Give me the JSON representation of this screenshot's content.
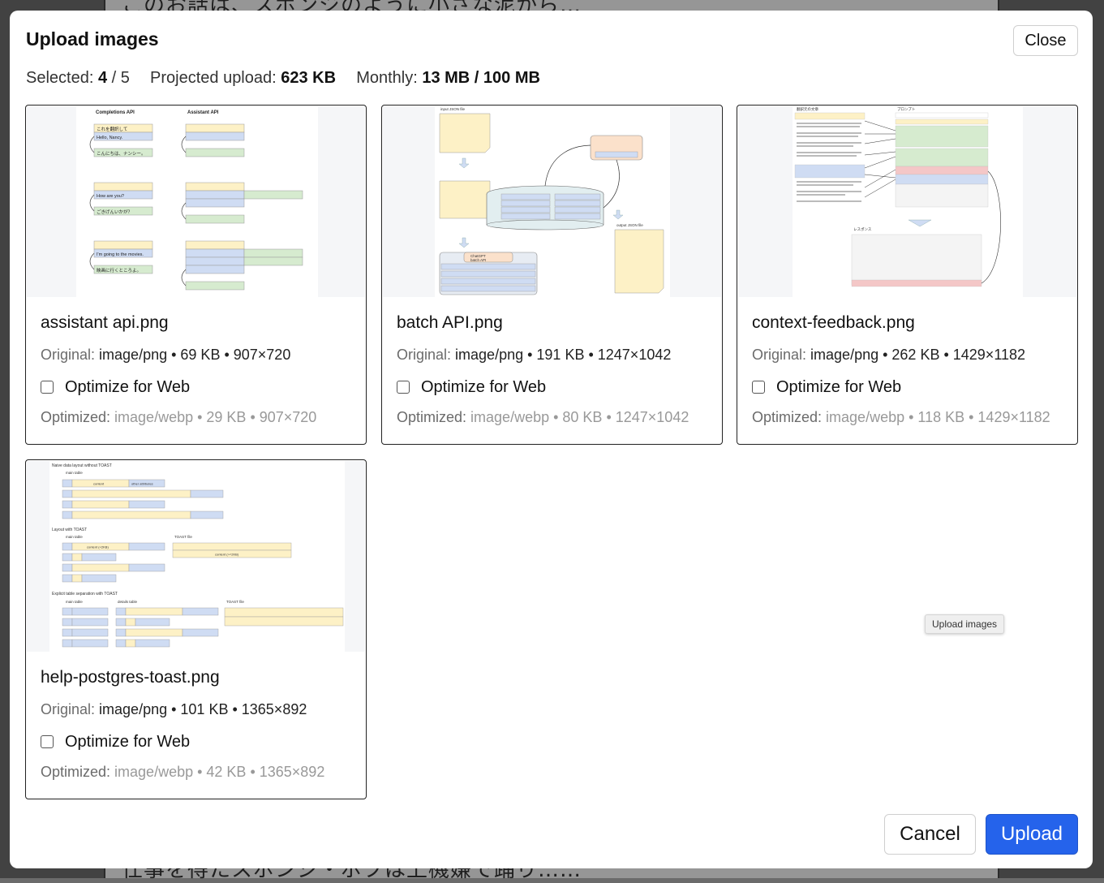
{
  "background": {
    "text_top": "このお話は、スポンジのように小さな泥から…",
    "text_bottom": "仕事を得たスポンジ・ボブは上機嫌で踊り……"
  },
  "modal": {
    "title": "Upload images",
    "close_label": "Close",
    "stats": {
      "selected_label": "Selected:",
      "selected_count": "4",
      "selected_sep": "/",
      "selected_max": "5",
      "projected_label": "Projected upload:",
      "projected_value": "623 KB",
      "monthly_label": "Monthly:",
      "monthly_value": "13 MB / 100 MB"
    },
    "original_label": "Original:",
    "optimize_label": "Optimize for Web",
    "optimized_label": "Optimized:",
    "images": [
      {
        "filename": "assistant api.png",
        "original_details": "image/png • 69 KB • 907×720",
        "optimized_details": "image/webp • 29 KB • 907×720",
        "thumb_titles": [
          "Completions API",
          "Assistant API"
        ],
        "thumb_lines": [
          "これを翻訳して",
          "Hello, Nancy.",
          "こんにちは、ナンシー。",
          "How are you?",
          "ごきげんいかが？",
          "I'm going to the movies.",
          "映画に行くところよ。"
        ]
      },
      {
        "filename": "batch API.png",
        "original_details": "image/png • 191 KB • 1247×1042",
        "optimized_details": "image/webp • 80 KB • 1247×1042",
        "thumb_titles": [
          "input JSON file",
          "ChatGPT",
          "batch API",
          "output JSON file"
        ],
        "thumb_lines": []
      },
      {
        "filename": "context-feedback.png",
        "original_details": "image/png • 262 KB • 1429×1182",
        "optimized_details": "image/webp • 118 KB • 1429×1182",
        "thumb_titles": [
          "翻訳元の文章",
          "プロンプト",
          "レスポンス"
        ],
        "thumb_lines": []
      },
      {
        "filename": "help-postgres-toast.png",
        "original_details": "image/png • 101 KB • 1365×892",
        "optimized_details": "image/webp • 42 KB • 1365×892",
        "thumb_titles": [
          "Naive data layout without TOAST",
          "Layout with TOAST",
          "Explicit table separation with TOAST"
        ],
        "thumb_lines": [
          "main table",
          "TOAST file",
          "details table",
          "content",
          "other attributes",
          "content (<2KB)",
          "content (>=2KB)"
        ]
      }
    ],
    "tooltip": "Upload images",
    "cancel_label": "Cancel",
    "upload_label": "Upload"
  },
  "colors": {
    "primary": "#2563eb",
    "border": "#222222",
    "muted": "#999999"
  }
}
